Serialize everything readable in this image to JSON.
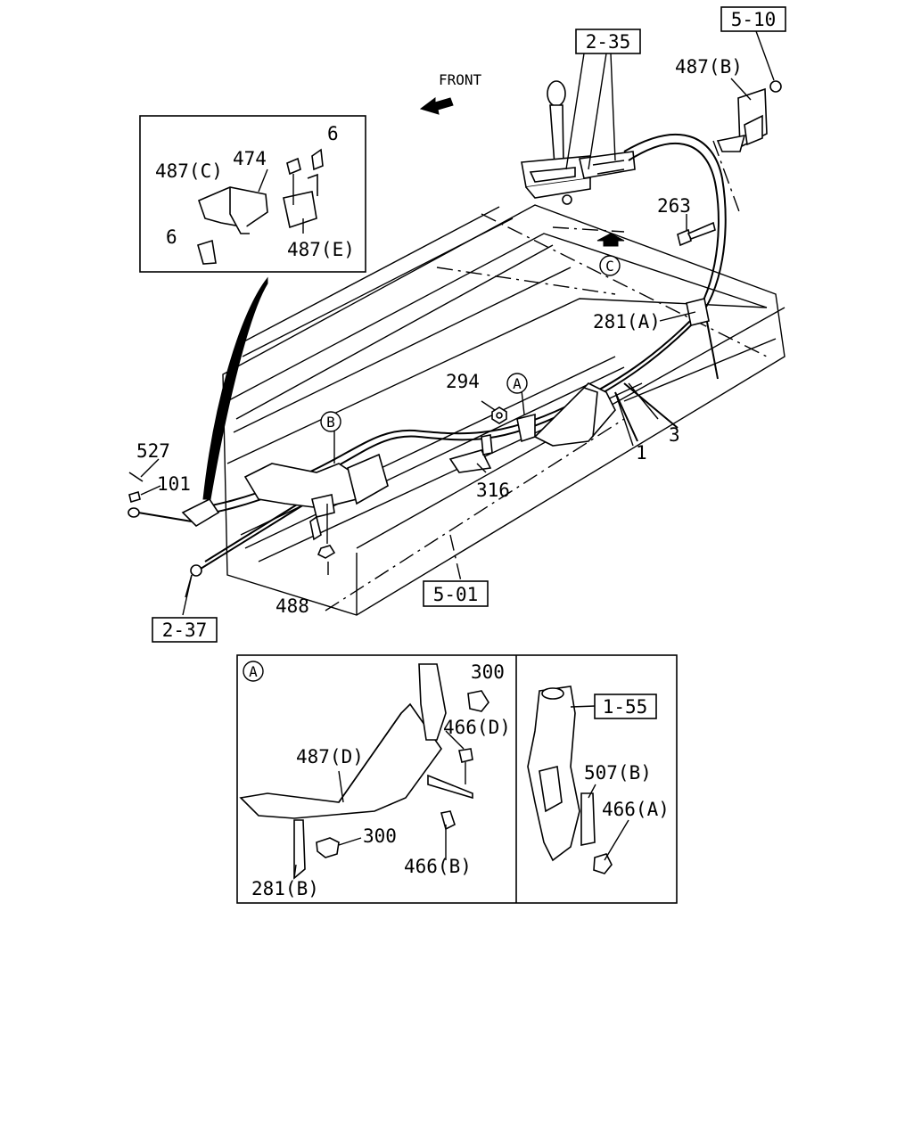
{
  "labels": {
    "front": "FRONT",
    "p6a": "6",
    "p474": "474",
    "p487c": "487(C)",
    "p6b": "6",
    "p487e": "487(E)",
    "p487b": "487(B)",
    "p263": "263",
    "p281a": "281(A)",
    "p294": "294",
    "p3": "3",
    "p1": "1",
    "p316": "316",
    "p527": "527",
    "p101": "101",
    "p488": "488",
    "p300a": "300",
    "p466d": "466(D)",
    "p487d": "487(D)",
    "p300b": "300",
    "p466b": "466(B)",
    "p281b": "281(B)",
    "p507b": "507(B)",
    "p466a": "466(A)"
  },
  "refs": {
    "r235": "2-35",
    "r510": "5-10",
    "r501": "5-01",
    "r237": "2-37",
    "r155": "1-55"
  },
  "circles": {
    "c_c": "C",
    "c_a": "A",
    "c_b": "B",
    "c_a_detail": "A"
  }
}
